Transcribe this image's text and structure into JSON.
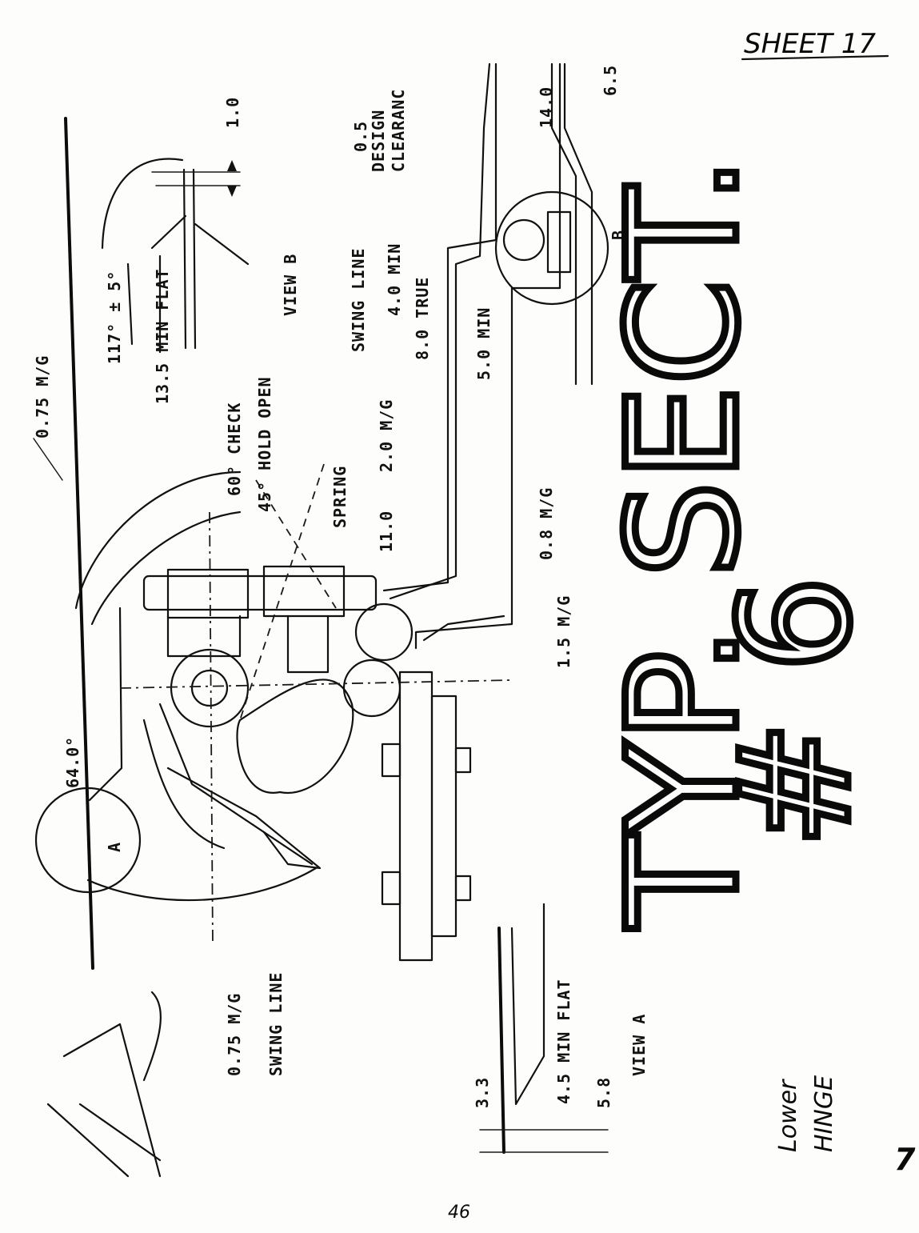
{
  "sheet_label": "SHEET 17",
  "title_line1": "TYP. SECT.",
  "title_line2": "# 6",
  "views": {
    "view_a": "VIEW A",
    "view_b": "VIEW B",
    "marker_a": "A",
    "marker_b": "B"
  },
  "dimensions": {
    "top_075": "0.75 M/G",
    "angle_117": "117° ± 5°",
    "min_flat_135": "13.5 MIN FLAT",
    "dim_10": "1.0",
    "check_60": "60° CHECK",
    "hold_open_45": "45° HOLD OPEN",
    "spring": "SPRING",
    "dim_110": "11.0",
    "mg_20": "2.0 M/G",
    "mg_08": "0.8 M/G",
    "mg_15": "1.5 M/G",
    "min_50": "5.0 MIN",
    "true_80": "8.0 TRUE",
    "min_40": "4.0 MIN",
    "swing_line_top": "SWING LINE",
    "design_05": "0.5",
    "design_label": "DESIGN",
    "clearance_label": "CLEARANC",
    "dim_140": "14.0",
    "dim_65": "6.5",
    "angle_64": "64.0°",
    "mg_075_bottom": "0.75 M/G",
    "swing_line_bottom": "SWING LINE",
    "min_flat_45": "4.5 MIN FLAT",
    "dim_33": "3.3",
    "dim_58": "5.8"
  },
  "handwritten_note_1": "Lower",
  "handwritten_note_2": "HINGE",
  "page_corner_number": "7",
  "page_bottom_number": "46"
}
